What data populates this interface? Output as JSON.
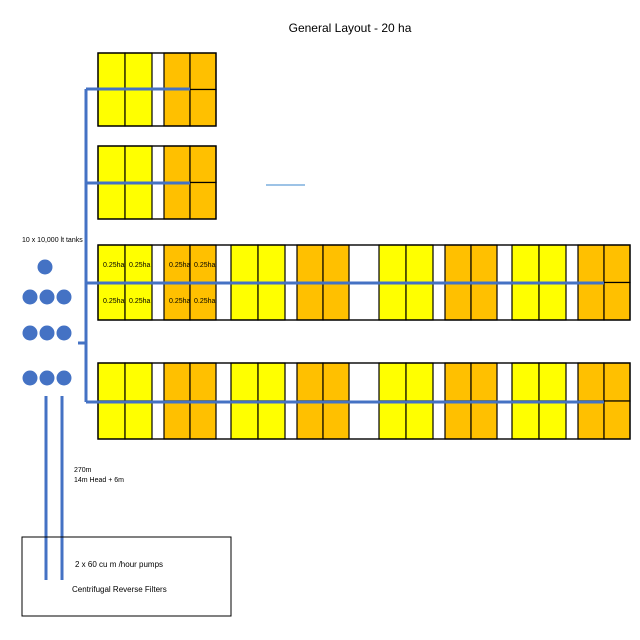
{
  "title": "General Layout - 20 ha",
  "tanks_label": "10 x 10,000 lt tanks",
  "pipe_label_1": "270m",
  "pipe_label_2": "14m Head + 6m",
  "pump_label": "2 x 60 cu m /hour pumps",
  "filter_label": "Centrifugal Reverse Filters",
  "plot_label": "0.25ha",
  "colors": {
    "yellow": "#FFFF00",
    "orange": "#FFC000",
    "pipe": "#4472C4",
    "tank": "#4472C4",
    "border": "#000000"
  }
}
